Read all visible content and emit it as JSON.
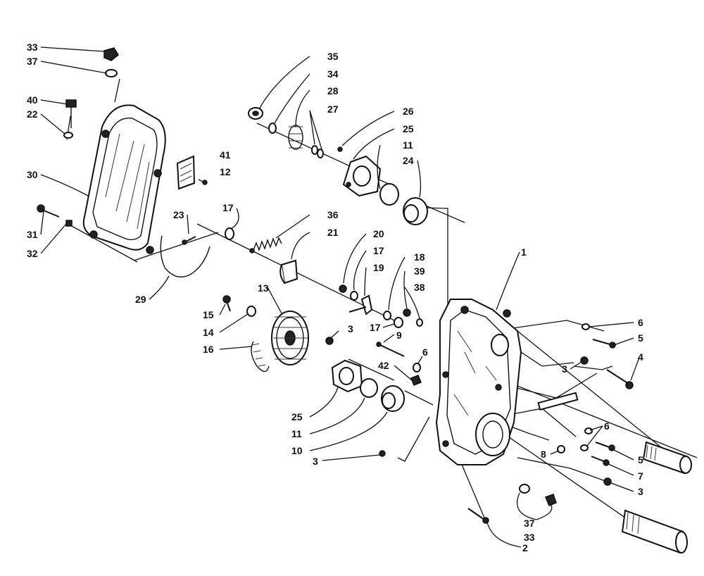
{
  "callouts": {
    "c1": "1",
    "c2": "2",
    "c3a": "3",
    "c3b": "3",
    "c3c": "3",
    "c3d": "3",
    "c4": "4",
    "c5a": "5",
    "c5b": "5",
    "c6a": "6",
    "c6b": "6",
    "c6c": "6",
    "c7": "7",
    "c8": "8",
    "c9": "9",
    "c10": "10",
    "c11a": "11",
    "c11b": "11",
    "c12": "12",
    "c13": "13",
    "c14": "14",
    "c15": "15",
    "c16": "16",
    "c17a": "17",
    "c17b": "17",
    "c17c": "17",
    "c18": "18",
    "c19": "19",
    "c20": "20",
    "c21": "21",
    "c22": "22",
    "c23": "23",
    "c24": "24",
    "c25a": "25",
    "c25b": "25",
    "c26": "26",
    "c27": "27",
    "c28": "28",
    "c29": "29",
    "c30": "30",
    "c31": "31",
    "c32": "32",
    "c33a": "33",
    "c33b": "33",
    "c34": "34",
    "c35": "35",
    "c36": "36",
    "c37a": "37",
    "c37b": "37",
    "c38": "38",
    "c39": "39",
    "c40": "40",
    "c41": "41",
    "c42": "42"
  },
  "colors": {
    "line": "#111111",
    "background": "#ffffff"
  }
}
